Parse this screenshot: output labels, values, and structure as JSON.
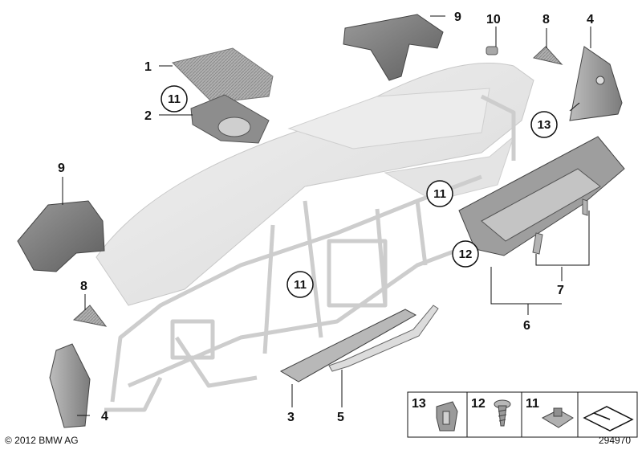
{
  "callouts": {
    "c1": "1",
    "c2": "2",
    "c3": "3",
    "c4a": "4",
    "c4b": "4",
    "c5": "5",
    "c6": "6",
    "c7": "7",
    "c8a": "8",
    "c8b": "8",
    "c9a": "9",
    "c9b": "9",
    "c10": "10"
  },
  "circled": {
    "k11a": "11",
    "k11b": "11",
    "k11c": "11",
    "k12": "12",
    "k13": "13"
  },
  "legend": {
    "n13": "13",
    "n12": "12",
    "n11": "11"
  },
  "footer": {
    "copyright": "© 2012 BMW AG",
    "diagram_number": "294970"
  }
}
